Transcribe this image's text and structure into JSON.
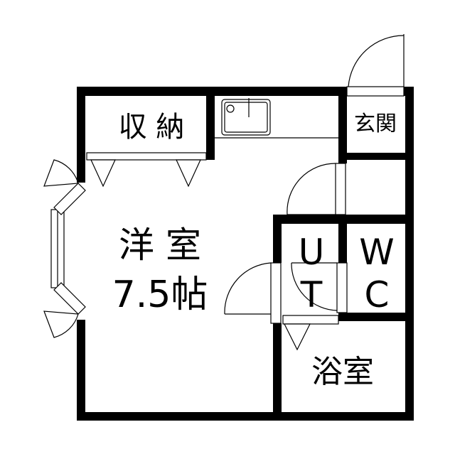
{
  "rooms": {
    "storage": {
      "label": "収 納"
    },
    "western_room": {
      "label": "洋 室",
      "size": "7.5帖"
    },
    "entrance": {
      "label": "玄関"
    },
    "utility": {
      "letter1": "U",
      "letter2": "T"
    },
    "toilet": {
      "letter1": "W",
      "letter2": "C"
    },
    "bath": {
      "label": "浴室"
    }
  },
  "colors": {
    "wall": "#000000",
    "background": "#ffffff"
  }
}
